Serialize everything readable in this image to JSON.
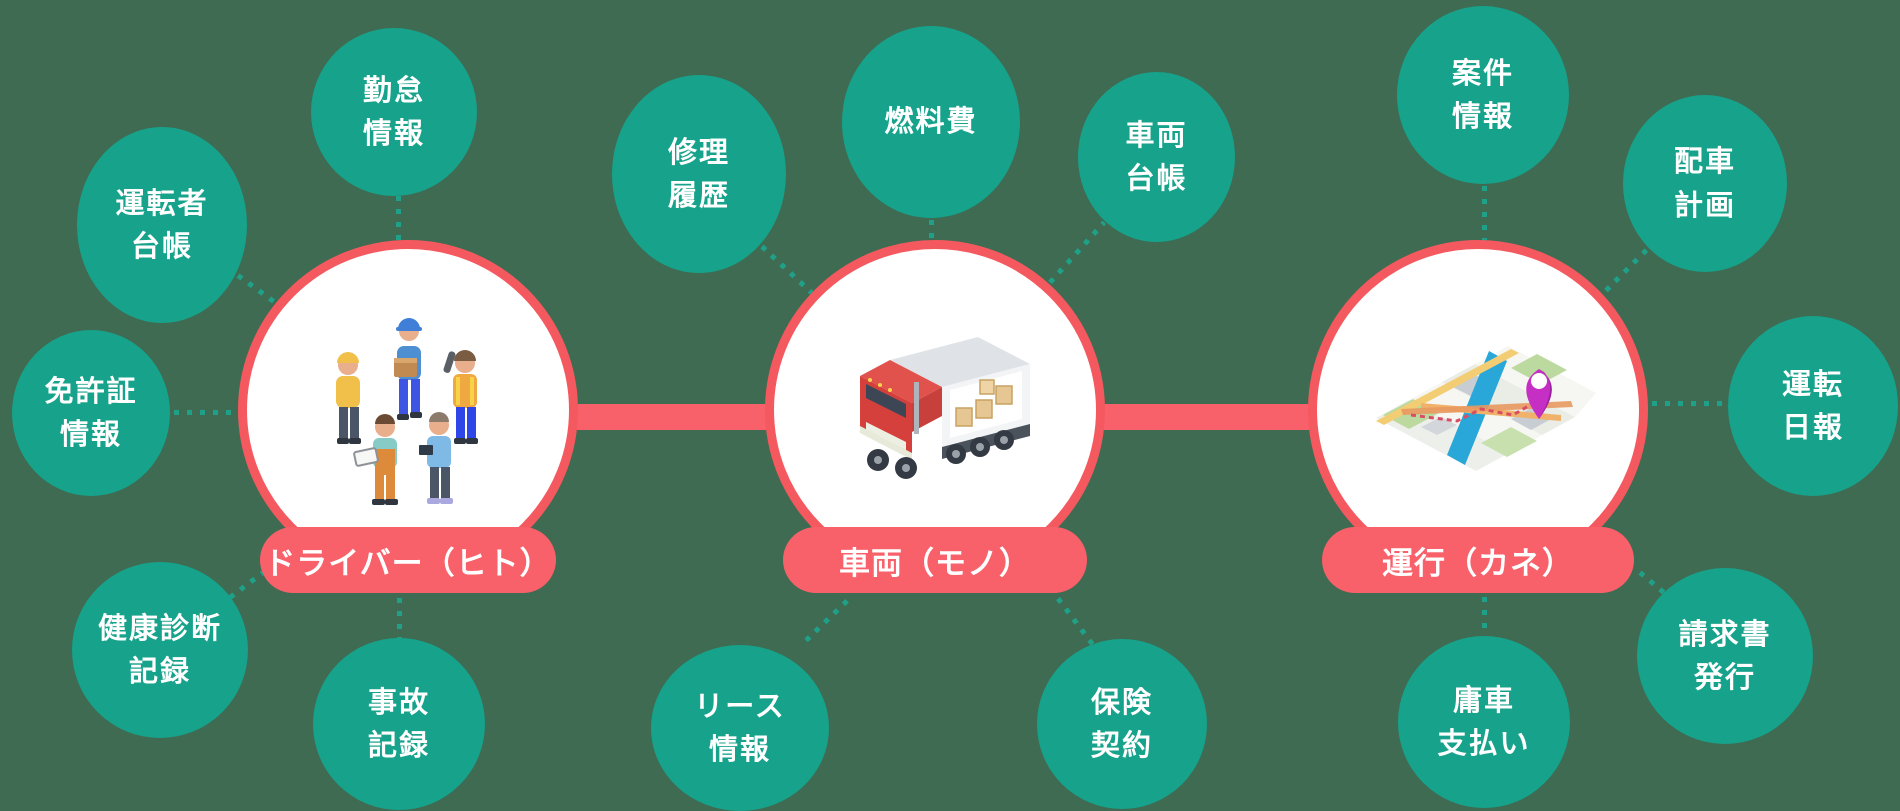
{
  "colors": {
    "background": "#3E6B51",
    "satellite_teal": "#17A28B",
    "connector_teal": "#1FA189",
    "hub_coral": "#F8606A",
    "hub_border_coral": "#F4595F",
    "hub_fill": "#FFFFFF",
    "text_white": "#FFFFFF"
  },
  "groups": [
    {
      "id": "driver",
      "hub_label": "ドライバー（ヒト）",
      "illustration": "people-illustration",
      "satellites": [
        {
          "label": "勤怠情報",
          "lines": [
            "勤怠",
            "情報"
          ]
        },
        {
          "label": "運転者台帳",
          "lines": [
            "運転者",
            "台帳"
          ]
        },
        {
          "label": "免許証情報",
          "lines": [
            "免許証",
            "情報"
          ]
        },
        {
          "label": "健康診断記録",
          "lines": [
            "健康診断",
            "記録"
          ]
        },
        {
          "label": "事故記録",
          "lines": [
            "事故",
            "記録"
          ]
        }
      ]
    },
    {
      "id": "vehicle",
      "hub_label": "車両（モノ）",
      "illustration": "truck-illustration",
      "satellites": [
        {
          "label": "修理履歴",
          "lines": [
            "修理",
            "履歴"
          ]
        },
        {
          "label": "燃料費",
          "lines": [
            "燃料費"
          ]
        },
        {
          "label": "車両台帳",
          "lines": [
            "車両",
            "台帳"
          ]
        },
        {
          "label": "リース情報",
          "lines": [
            "リース",
            "情報"
          ]
        },
        {
          "label": "保険契約",
          "lines": [
            "保険",
            "契約"
          ]
        }
      ]
    },
    {
      "id": "operation",
      "hub_label": "運行（カネ）",
      "illustration": "map-illustration",
      "satellites": [
        {
          "label": "案件情報",
          "lines": [
            "案件",
            "情報"
          ]
        },
        {
          "label": "配車計画",
          "lines": [
            "配車",
            "計画"
          ]
        },
        {
          "label": "運転日報",
          "lines": [
            "運転",
            "日報"
          ]
        },
        {
          "label": "請求書発行",
          "lines": [
            "請求書",
            "発行"
          ]
        },
        {
          "label": "庸車支払い",
          "lines": [
            "庸車",
            "支払い"
          ]
        }
      ]
    }
  ]
}
